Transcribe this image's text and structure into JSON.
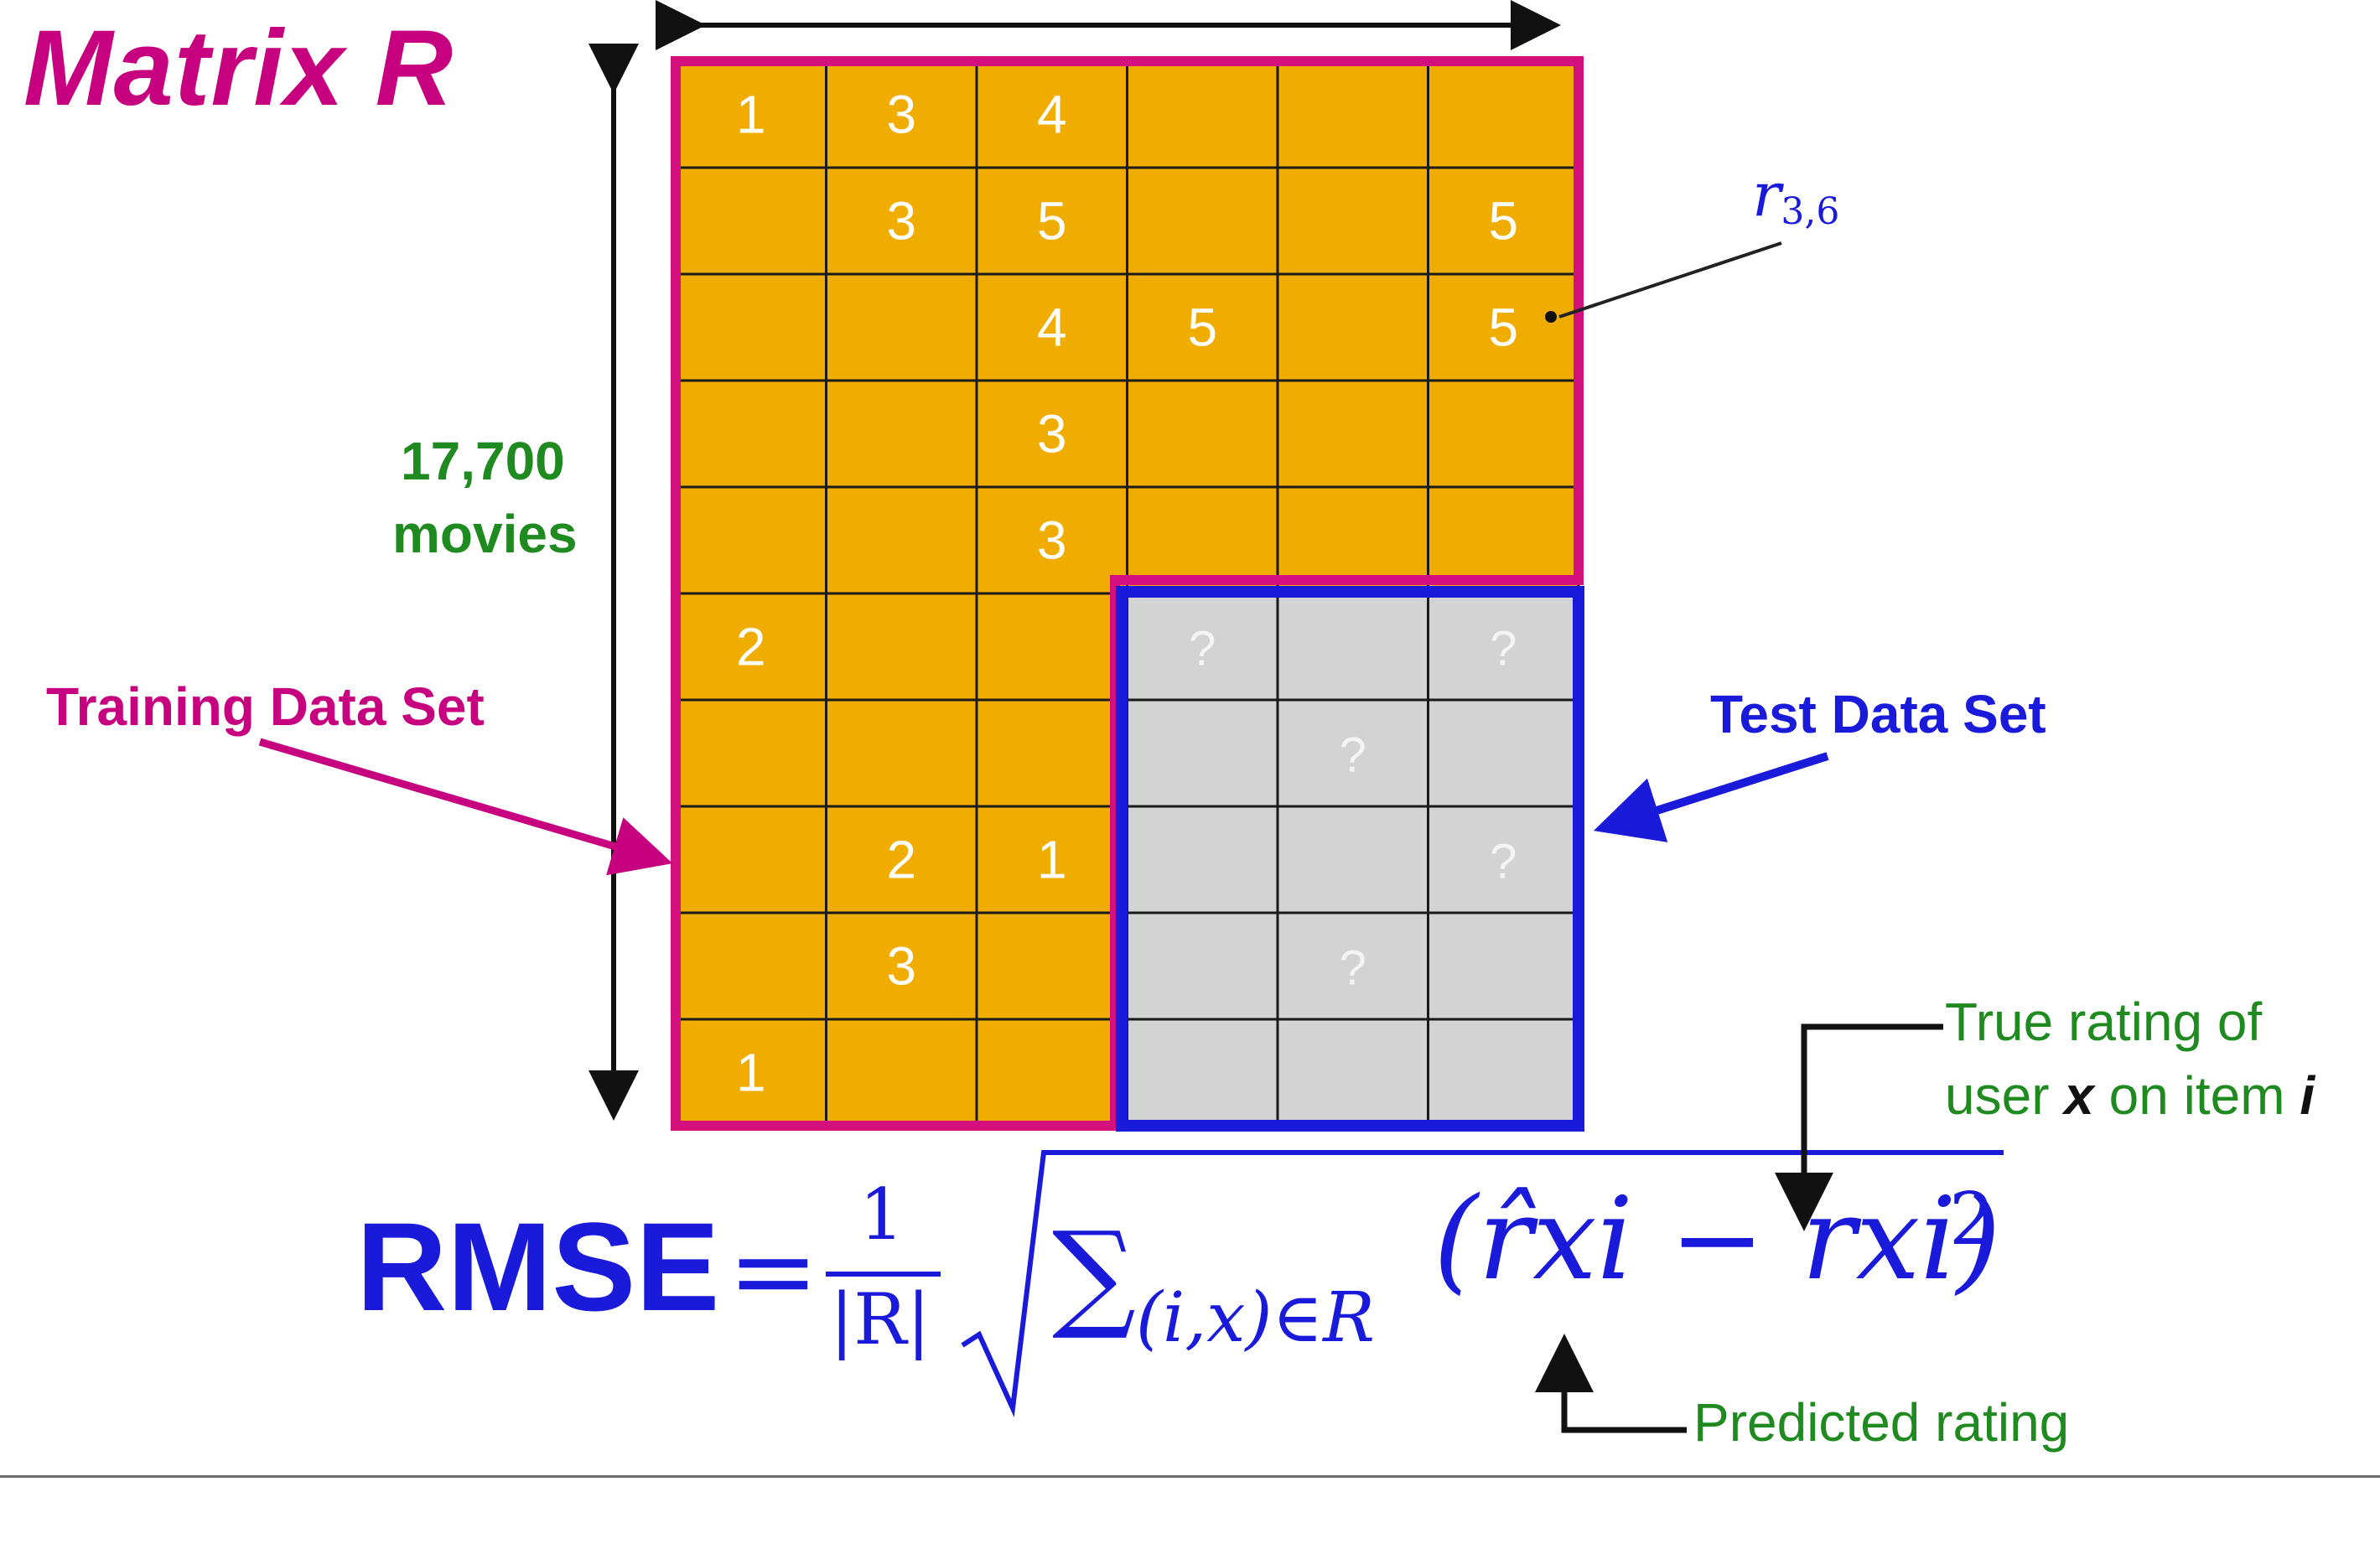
{
  "title": "Matrix R",
  "movies_count": "17,700",
  "movies_word": "movies",
  "training_label": "Training Data Set",
  "test_label": "Test Data Set",
  "r36_symbol": "r",
  "r36_subscript": "3,6",
  "true_rating_line1": "True rating of",
  "true_rating_line2_pre": "user ",
  "true_rating_line2_x": "x",
  "true_rating_line2_mid": " on item ",
  "true_rating_line2_i": "i",
  "predicted_label": "Predicted rating",
  "formula": {
    "lhs": "RMSE",
    "eq": "=",
    "numerator": "1",
    "denominator": "|R|",
    "sum": "∑",
    "sum_subscript": "(i,x)∈R",
    "body": "(r̂xi − rxi)",
    "exponent": "2"
  },
  "matrix": {
    "rows": 10,
    "cols": 6,
    "test_region": {
      "row_start": 6,
      "col_start": 4
    },
    "colors": {
      "train_fill": "#f0ad00",
      "test_fill": "#d3d3d3",
      "grid_line": "#1a1a1a",
      "train_border": "#d4107f",
      "test_border": "#1a1adb"
    },
    "ratings": [
      {
        "row": 1,
        "col": 1,
        "value": "1"
      },
      {
        "row": 1,
        "col": 2,
        "value": "3"
      },
      {
        "row": 1,
        "col": 3,
        "value": "4"
      },
      {
        "row": 2,
        "col": 2,
        "value": "3"
      },
      {
        "row": 2,
        "col": 3,
        "value": "5"
      },
      {
        "row": 2,
        "col": 6,
        "value": "5"
      },
      {
        "row": 3,
        "col": 3,
        "value": "4"
      },
      {
        "row": 3,
        "col": 4,
        "value": "5"
      },
      {
        "row": 3,
        "col": 6,
        "value": "5"
      },
      {
        "row": 4,
        "col": 3,
        "value": "3"
      },
      {
        "row": 5,
        "col": 3,
        "value": "3"
      },
      {
        "row": 6,
        "col": 1,
        "value": "2"
      },
      {
        "row": 8,
        "col": 2,
        "value": "2"
      },
      {
        "row": 8,
        "col": 3,
        "value": "1"
      },
      {
        "row": 9,
        "col": 2,
        "value": "3"
      },
      {
        "row": 10,
        "col": 1,
        "value": "1"
      }
    ],
    "unknowns": [
      {
        "row": 6,
        "col": 4,
        "value": "?"
      },
      {
        "row": 6,
        "col": 6,
        "value": "?"
      },
      {
        "row": 7,
        "col": 5,
        "value": "?"
      },
      {
        "row": 8,
        "col": 6,
        "value": "?"
      },
      {
        "row": 9,
        "col": 5,
        "value": "?"
      }
    ]
  }
}
